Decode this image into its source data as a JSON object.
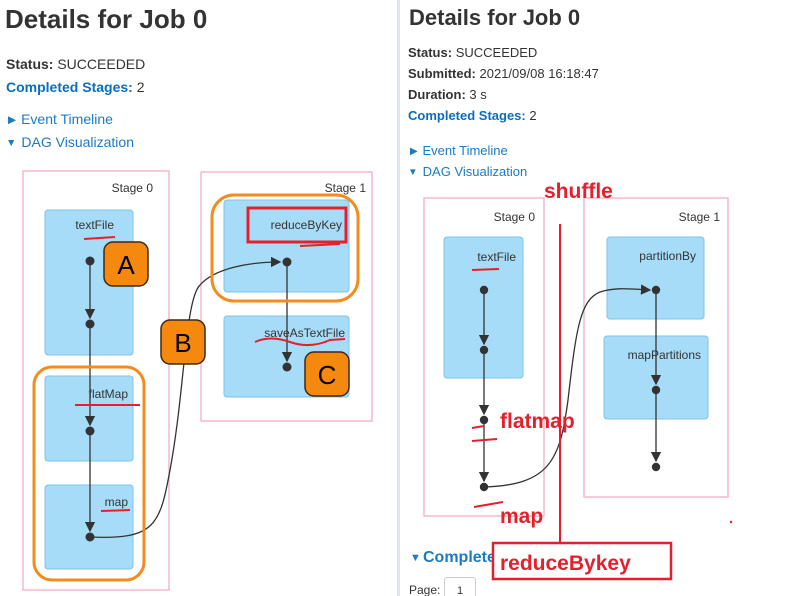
{
  "left": {
    "title": "Details for Job 0",
    "status_label": "Status:",
    "status_value": "SUCCEEDED",
    "completed_label": "Completed Stages:",
    "completed_value": "2",
    "event_timeline": "Event Timeline",
    "dag_visualization": "DAG Visualization",
    "stage0": {
      "label": "Stage 0",
      "nodes": [
        "textFile",
        "flatMap",
        "map"
      ]
    },
    "stage1": {
      "label": "Stage 1",
      "nodes": [
        "reduceByKey",
        "saveAsTextFile"
      ]
    },
    "badges": [
      "A",
      "B",
      "C"
    ]
  },
  "right": {
    "title": "Details for Job 0",
    "status_label": "Status:",
    "status_value": "SUCCEEDED",
    "submitted_label": "Submitted:",
    "submitted_value": "2021/09/08 16:18:47",
    "duration_label": "Duration:",
    "duration_value": "3 s",
    "completed_label": "Completed Stages:",
    "completed_value": "2",
    "event_timeline": "Event Timeline",
    "dag_visualization": "DAG Visualization",
    "stage0": {
      "label": "Stage 0",
      "nodes": [
        "textFile"
      ]
    },
    "stage1": {
      "label": "Stage 1",
      "nodes": [
        "partitionBy",
        "mapPartitions"
      ]
    },
    "completed_section": "Completed Stages (",
    "page_label": "Page:",
    "page_value": "1",
    "annotations": {
      "shuffle": "shuffle",
      "flatmap": "flatmap",
      "map": "map",
      "reducebykey": "reduceBykey"
    }
  },
  "colors": {
    "link": "#1a7bc4",
    "stage_border": "#f6b8c8",
    "node_fill": "#a6dcf7",
    "node_border": "#7cc3ec",
    "highlight": "#f28c1e",
    "badge": "#f5890f",
    "annotation": "#e4202d"
  }
}
